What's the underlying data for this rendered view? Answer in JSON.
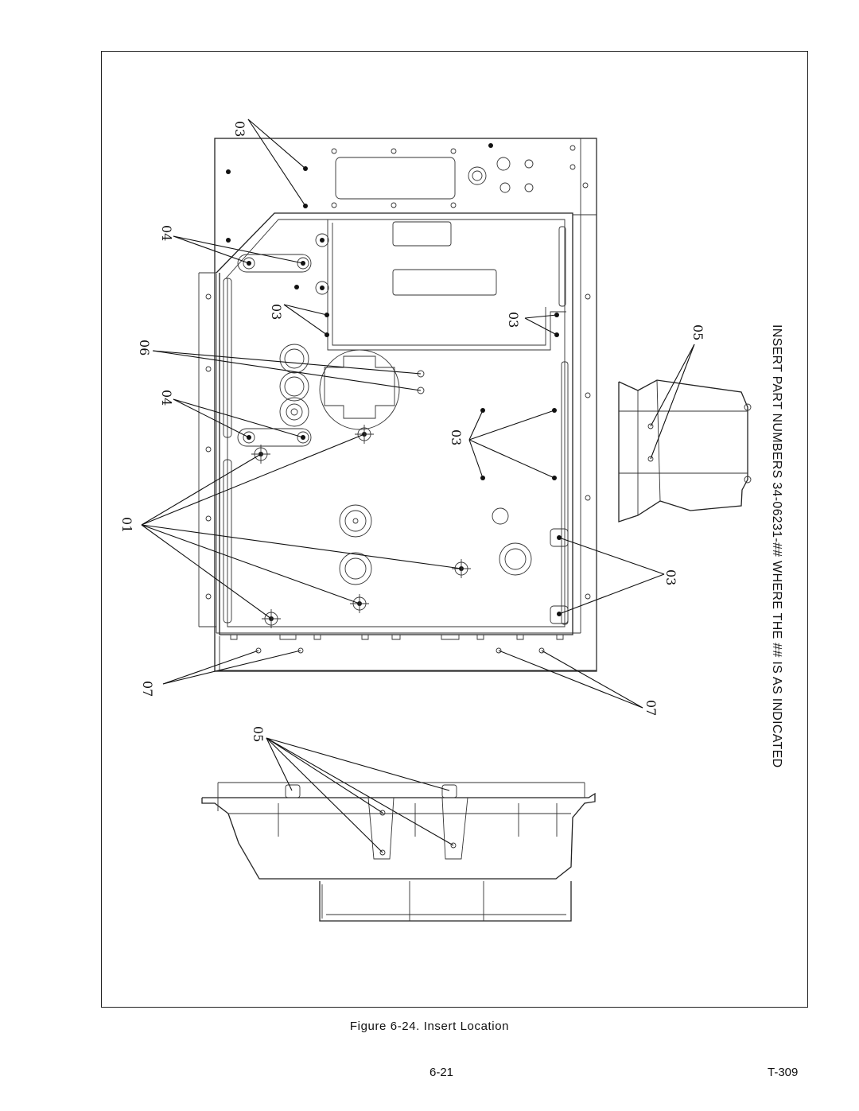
{
  "figure": {
    "caption": "Figure 6-24. Insert Location",
    "note": "INSERT PART NUMBERS 34-06231-## WHERE THE ## IS AS INDICATED",
    "callouts": {
      "c01": "01",
      "c03": "03",
      "c04": "04",
      "c05": "05",
      "c06": "06",
      "c07": "07"
    }
  },
  "footer": {
    "page_number": "6-21",
    "document_number": "T-309"
  }
}
